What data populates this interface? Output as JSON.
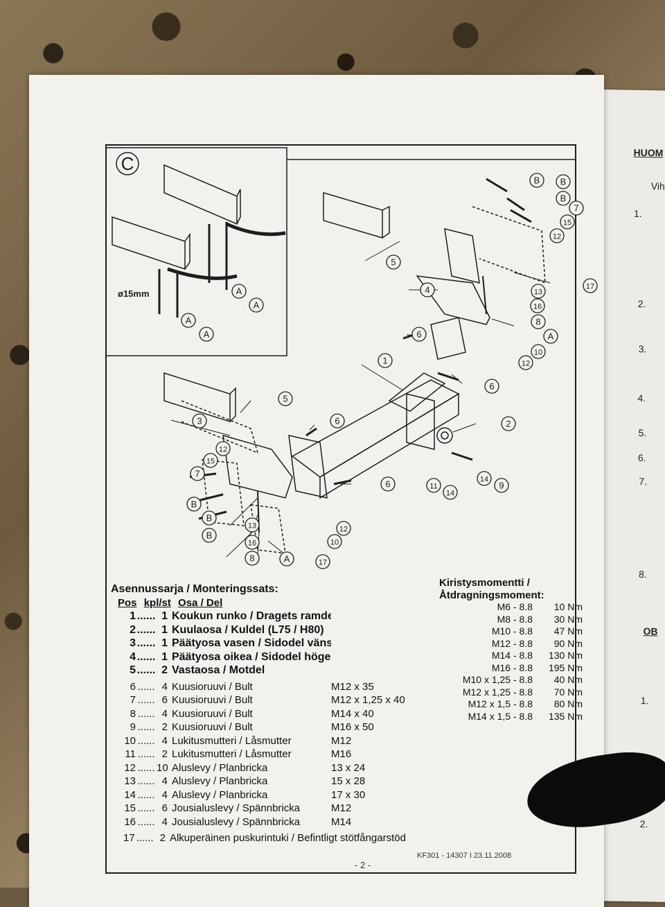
{
  "diagram": {
    "panel_letter": "C",
    "diameter_label": "ø15mm",
    "callouts": [
      "1",
      "2",
      "3",
      "4",
      "5",
      "6",
      "7",
      "8",
      "9",
      "10",
      "11",
      "12",
      "13",
      "14",
      "15",
      "16",
      "17",
      "A",
      "B"
    ]
  },
  "kit": {
    "title": "Asennussarja / Monteringssats:",
    "col_pos": "Pos",
    "col_qty": "kpl/st",
    "col_part": "Osa / Del",
    "parts": [
      {
        "pos": "1",
        "qty": "1",
        "name": "Koukun runko / Dragets ramdel",
        "size": ""
      },
      {
        "pos": "2",
        "qty": "1",
        "name": "Kuulaosa / Kuldel (L75 / H80)",
        "size": ""
      },
      {
        "pos": "3",
        "qty": "1",
        "name": "Päätyosa vasen / Sidodel vänster",
        "size": ""
      },
      {
        "pos": "4",
        "qty": "1",
        "name": "Päätyosa oikea / Sidodel höger",
        "size": ""
      },
      {
        "pos": "5",
        "qty": "2",
        "name": "Vastaosa / Motdel",
        "size": ""
      },
      {
        "pos": "6",
        "qty": "4",
        "name": "Kuusioruuvi / Bult",
        "size": "M12 x 35"
      },
      {
        "pos": "7",
        "qty": "6",
        "name": "Kuusioruuvi / Bult",
        "size": "M12 x 1,25 x 40"
      },
      {
        "pos": "8",
        "qty": "4",
        "name": "Kuusioruuvi / Bult",
        "size": "M14 x 40"
      },
      {
        "pos": "9",
        "qty": "2",
        "name": "Kuusioruuvi / Bult",
        "size": "M16 x 50"
      },
      {
        "pos": "10",
        "qty": "4",
        "name": "Lukitusmutteri / Låsmutter",
        "size": "M12"
      },
      {
        "pos": "11",
        "qty": "2",
        "name": "Lukitusmutteri / Låsmutter",
        "size": "M16"
      },
      {
        "pos": "12",
        "qty": "10",
        "name": "Aluslevy / Planbricka",
        "size": "13 x 24"
      },
      {
        "pos": "13",
        "qty": "4",
        "name": "Aluslevy / Planbricka",
        "size": "15 x 28"
      },
      {
        "pos": "14",
        "qty": "4",
        "name": "Aluslevy / Planbricka",
        "size": "17 x 30"
      },
      {
        "pos": "15",
        "qty": "6",
        "name": "Jousialuslevy / Spännbricka",
        "size": "M12"
      },
      {
        "pos": "16",
        "qty": "4",
        "name": "Jousialuslevy / Spännbricka",
        "size": "M14"
      },
      {
        "pos": "17",
        "qty": "2",
        "name": "Alkuperäinen puskurintuki / Befintligt stötfångarstöd",
        "size": ""
      }
    ]
  },
  "torque": {
    "title_fi": "Kiristysmomentti /",
    "title_sv": "Åtdragningsmoment:",
    "rows": [
      {
        "bolt": "M6 - 8.8",
        "value": "10 Nm"
      },
      {
        "bolt": "M8 - 8.8",
        "value": "30 Nm"
      },
      {
        "bolt": "M10 - 8.8",
        "value": "47 Nm"
      },
      {
        "bolt": "M12 - 8.8",
        "value": "90 Nm"
      },
      {
        "bolt": "M14 - 8.8",
        "value": "130 Nm"
      },
      {
        "bolt": "M16 - 8.8",
        "value": "195 Nm"
      },
      {
        "bolt": "M10 x 1,25 - 8.8",
        "value": "40 Nm"
      },
      {
        "bolt": "M12 x 1,25 - 8.8",
        "value": "70 Nm"
      },
      {
        "bolt": "M12 x 1,5 - 8.8",
        "value": "80 Nm"
      },
      {
        "bolt": "M14 x 1,5 - 8.8",
        "value": "135 Nm"
      }
    ]
  },
  "footer": {
    "doc_code": "KF301 - 14307 I 23.11.2008",
    "page": "- 2 -"
  },
  "right_page": {
    "heading": "HUOM",
    "obs": "OB",
    "line1": "Vih",
    "items": [
      "1.",
      "2.",
      "3.",
      "4.",
      "5.",
      "6.",
      "7.",
      "8.",
      "1.",
      "2."
    ]
  }
}
